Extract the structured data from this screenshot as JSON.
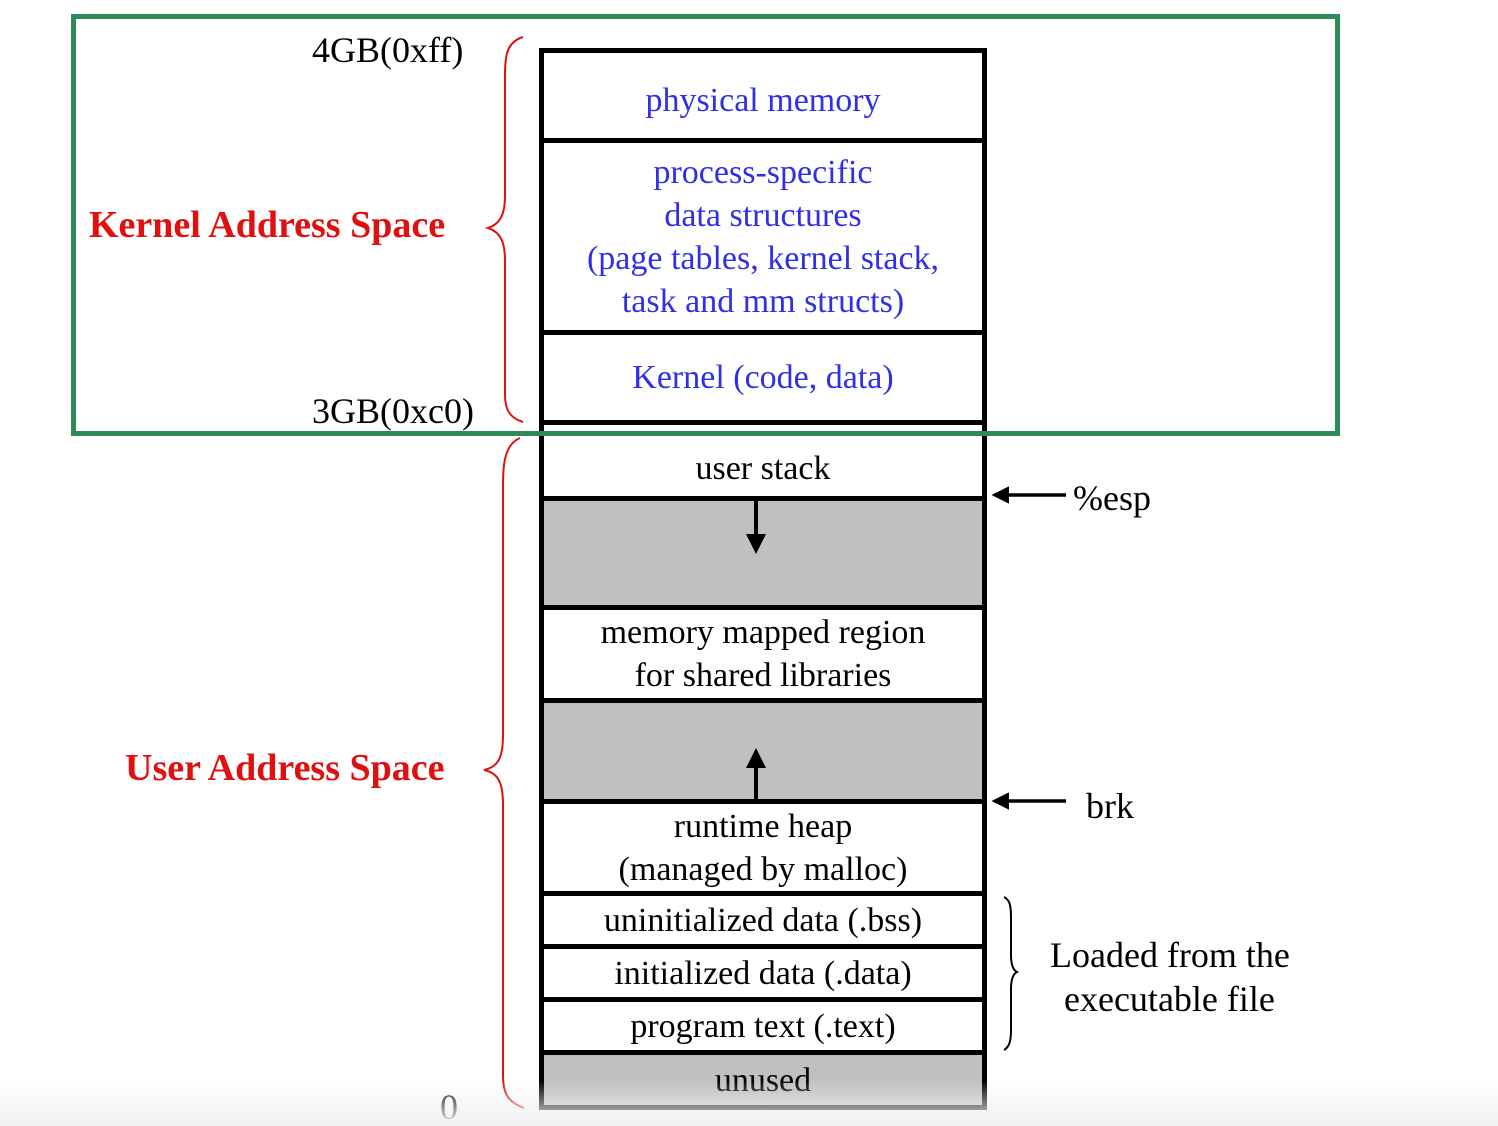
{
  "addresses": {
    "top": "4GB(0xff)",
    "kernel_base": "3GB(0xc0)",
    "zero": "0"
  },
  "spaces": {
    "kernel": "Kernel Address Space",
    "user": "User Address Space"
  },
  "regions": {
    "physical_memory": [
      "physical memory"
    ],
    "process_specific": [
      "process-specific",
      "data structures",
      "(page tables, kernel stack,",
      "task and mm structs)"
    ],
    "kernel_code": [
      "Kernel (code, data)"
    ],
    "user_stack": [
      "user stack"
    ],
    "mmap": [
      "memory mapped region",
      "for shared libraries"
    ],
    "heap": [
      "runtime heap",
      "(managed by malloc)"
    ],
    "bss": [
      "uninitialized data (.bss)"
    ],
    "data": [
      "initialized data (.data)"
    ],
    "text": [
      "program text (.text)"
    ],
    "unused": [
      "unused"
    ]
  },
  "pointers": {
    "esp": "%esp",
    "brk": "brk"
  },
  "loaded_note": [
    "Loaded from the",
    "executable file"
  ],
  "colors": {
    "kernel_text": "#2f2fe6",
    "space_label": "#e01010",
    "brace": "#e01010",
    "highlight_box": "#2e8b57",
    "free_area": "#c0c0c0"
  }
}
